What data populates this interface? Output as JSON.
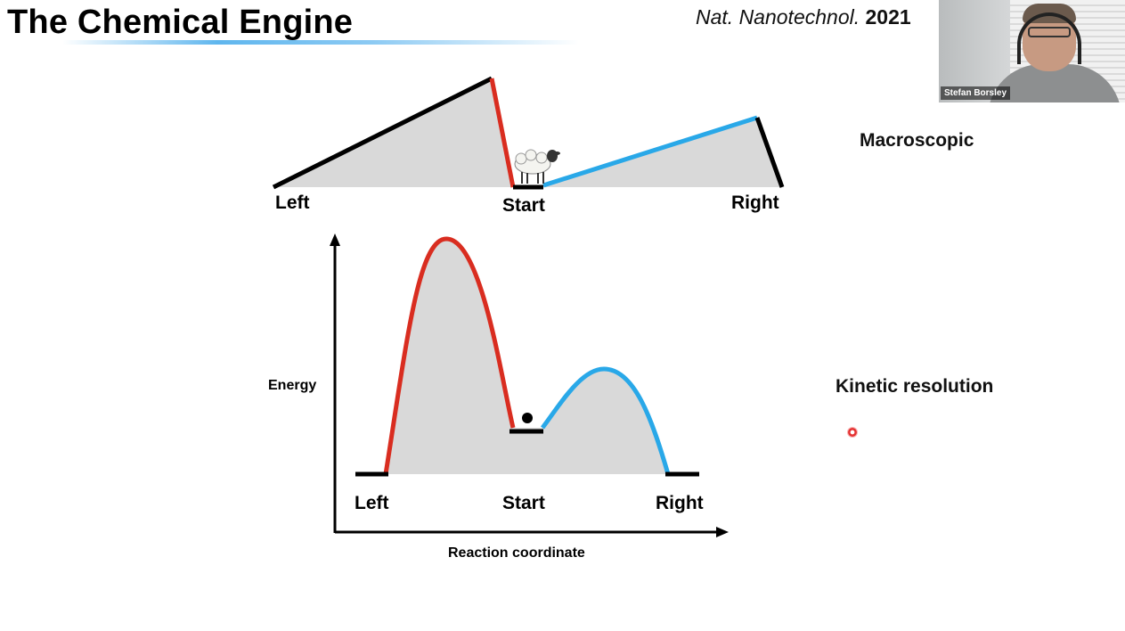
{
  "slide": {
    "title": "The Chemical Engine",
    "citation": {
      "journal": "Nat. Nanotechnol.",
      "year": "2021"
    },
    "side_labels": {
      "macroscopic": "Macroscopic",
      "kinetic": "Kinetic resolution"
    }
  },
  "macro_diagram": {
    "labels": {
      "left": "Left",
      "start": "Start",
      "right": "Right"
    },
    "colors": {
      "barrier_left": "#d92d20",
      "barrier_right": "#29a8e8",
      "slope": "#000000",
      "fill": "#d9d9d9"
    },
    "icon": "sheep-icon"
  },
  "energy_diagram": {
    "labels": {
      "left": "Left",
      "start": "Start",
      "right": "Right"
    },
    "axis": {
      "y": "Energy",
      "x": "Reaction coordinate"
    },
    "colors": {
      "barrier_left": "#d92d20",
      "barrier_right": "#29a8e8",
      "fill": "#d9d9d9"
    },
    "marker": "particle-dot"
  },
  "video": {
    "participant_name": "Stefan Borsley"
  },
  "colors": {
    "accent_underline": "#5fb6ee",
    "laser_pointer": "#e53333"
  }
}
